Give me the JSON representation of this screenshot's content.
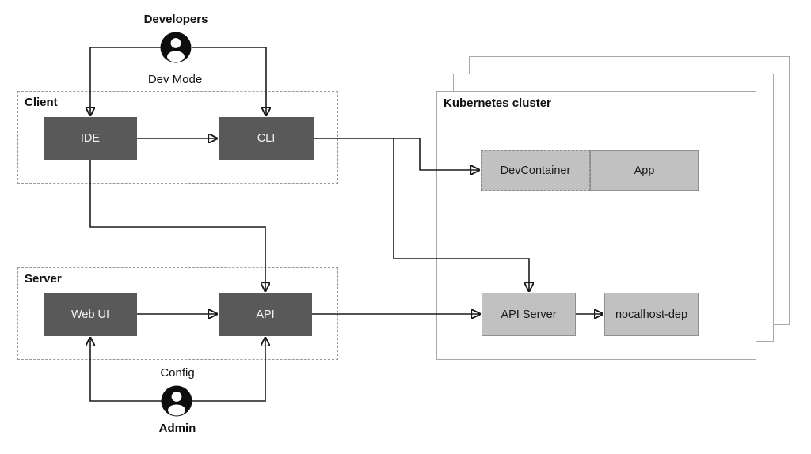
{
  "labels": {
    "developers": "Developers",
    "dev_mode": "Dev Mode",
    "client": "Client",
    "server": "Server",
    "kubernetes_cluster": "Kubernetes cluster",
    "ide": "IDE",
    "cli": "CLI",
    "web_ui": "Web UI",
    "api": "API",
    "dev_container": "DevContainer",
    "app": "App",
    "api_server": "API Server",
    "nocalhost_dep": "nocalhost-dep",
    "config": "Config",
    "admin": "Admin"
  },
  "edges": [
    {
      "from": "Developers",
      "to": "IDE"
    },
    {
      "from": "Developers",
      "to": "CLI"
    },
    {
      "from": "IDE",
      "to": "CLI"
    },
    {
      "from": "IDE",
      "to": "API"
    },
    {
      "from": "CLI",
      "to": "DevContainer"
    },
    {
      "from": "CLI",
      "to": "API Server"
    },
    {
      "from": "Web UI",
      "to": "API"
    },
    {
      "from": "API",
      "to": "API Server"
    },
    {
      "from": "API Server",
      "to": "nocalhost-dep"
    },
    {
      "from": "Admin",
      "to": "Web UI"
    },
    {
      "from": "Admin",
      "to": "API"
    }
  ],
  "colors": {
    "background": "#ffffff",
    "node_dark_fill": "#595959",
    "node_dark_text": "#f2f2f2",
    "node_light_fill": "#c1c1c1",
    "node_light_border": "#8f8f8f",
    "group_border": "#999999",
    "cluster_border": "#a8a8a8",
    "connector": "#1a1a1a",
    "actor_icon": "#0d0d0d"
  }
}
